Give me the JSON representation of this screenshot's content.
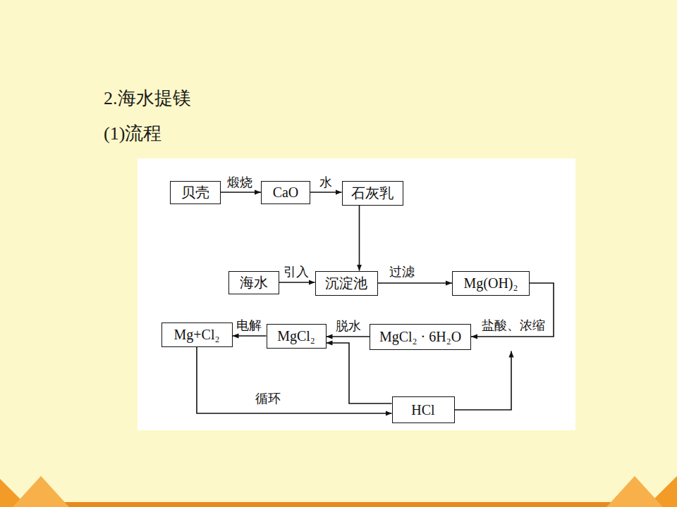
{
  "diagram": {
    "title": "2.海水提镁",
    "nodes": [
      {
        "text": [
          "贝壳"
        ]
      },
      {
        "text": [
          "CaO"
        ]
      },
      {
        "text": [
          "石灰乳"
        ]
      },
      {
        "text": [
          "海水"
        ]
      },
      {
        "text": [
          "沉淀池"
        ]
      },
      {
        "text": [
          "Mg(OH)₂"
        ]
      },
      {
        "text": [
          "Mg+Cl₂"
        ]
      },
      {
        "text": [
          "MgCl₂"
        ]
      },
      {
        "text": [
          "MgCl₂ · 6H₂O"
        ]
      },
      {
        "text": [
          "HCl"
        ]
      }
    ],
    "edges": [
      {
        "from": 0,
        "to": 1,
        "label": "煅烧",
        "arrow": "to"
      },
      {
        "from": 1,
        "to": 2,
        "label": "水",
        "arrow": "to"
      },
      {
        "from": 2,
        "to": 4,
        "arrow": "to"
      },
      {
        "from": 3,
        "to": 4,
        "label": "引入",
        "arrow": "to"
      },
      {
        "from": 4,
        "to": 5,
        "label": "过滤",
        "arrow": "to"
      },
      {
        "from": 5,
        "to": 8,
        "label": "盐酸、浓缩",
        "arrow": "to"
      },
      {
        "from": 8,
        "to": 7,
        "label": "脱水",
        "arrow": "to"
      },
      {
        "from": 7,
        "to": 6,
        "label": "电解",
        "arrow": "to"
      },
      {
        "from": 6,
        "to": 9,
        "label": "循环",
        "arrow": "to"
      },
      {
        "from": 9,
        "to": 7,
        "arrow": "to"
      },
      {
        "from": 9,
        "to": 8,
        "arrow": "to"
      }
    ],
    "labels": [
      "(1)流程"
    ]
  }
}
